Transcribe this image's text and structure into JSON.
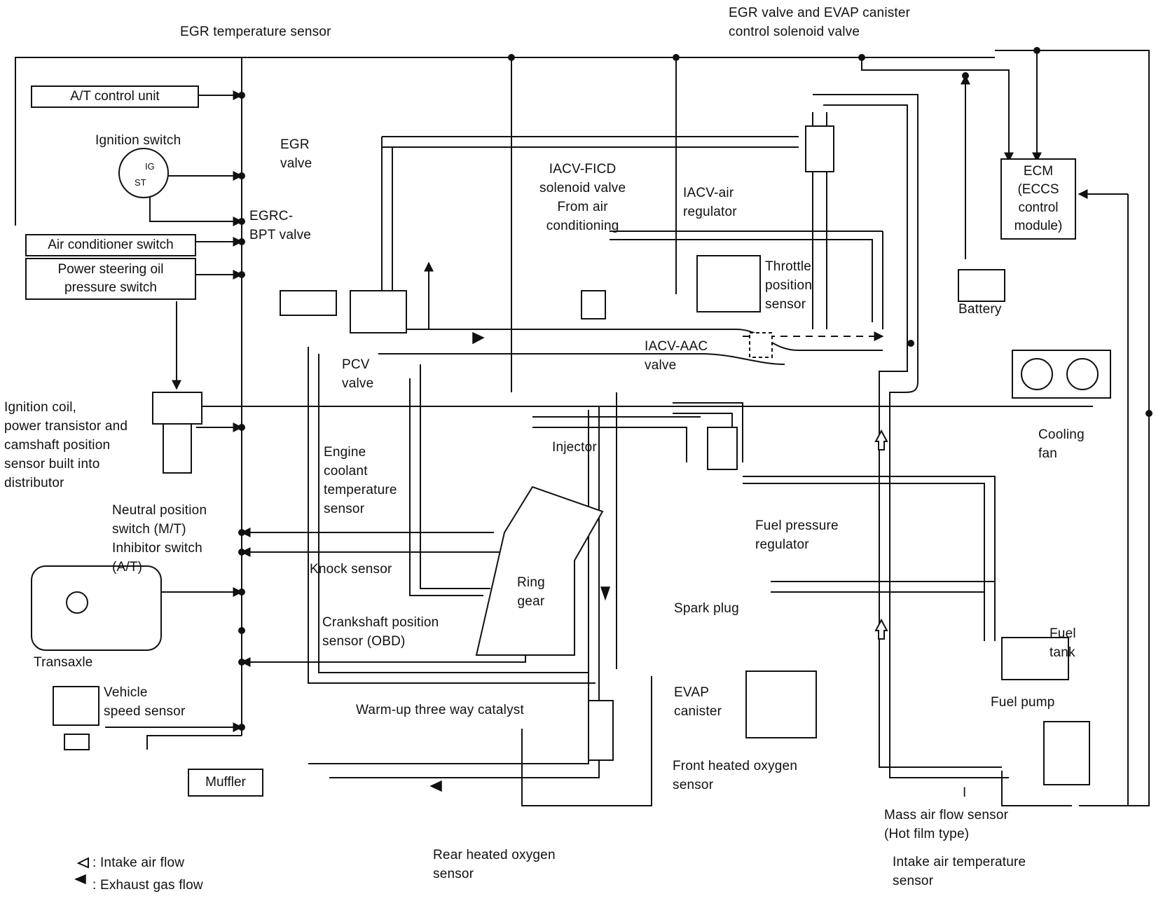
{
  "labels": {
    "egr_temp_sensor": "EGR temperature sensor",
    "egr_evap_solenoid": "EGR valve and EVAP canister\ncontrol solenoid valve",
    "at_control_unit": "A/T control unit",
    "ignition_switch": "Ignition switch",
    "ig": "IG",
    "st": "ST",
    "egr_valve": "EGR\nvalve",
    "iacv_ficd": "IACV-FICD\nsolenoid valve\nFrom air\nconditioning",
    "iacv_air_regulator": "IACV-air\nregulator",
    "ecm": "ECM\n(ECCS\ncontrol\nmodule)",
    "egrc_bpt": "EGRC-\nBPT valve",
    "ac_switch": "Air conditioner switch",
    "ps_switch": "Power steering oil\npressure switch",
    "throttle_sensor": "Throttle\nposition\nsensor",
    "battery": "Battery",
    "iacv_aac": "IACV-AAC\nvalve",
    "pcv_valve": "PCV\nvalve",
    "ignition_coil": "Ignition coil,\npower transistor and\ncamshaft position\nsensor built into\ndistributor",
    "cooling_fan": "Cooling\nfan",
    "injector": "Injector",
    "engine_coolant": "Engine\ncoolant\ntemperature\nsensor",
    "neutral_switch": "Neutral position\nswitch (M/T)\nInhibitor switch\n(A/T)",
    "fuel_pressure_regulator": "Fuel pressure\nregulator",
    "knock_sensor": "Knock sensor",
    "ring_gear": "Ring\ngear",
    "spark_plug": "Spark plug",
    "crankshaft_sensor": "Crankshaft position\nsensor (OBD)",
    "fuel_tank": "Fuel\ntank",
    "transaxle": "Transaxle",
    "vehicle_speed": "Vehicle\nspeed sensor",
    "evap_canister": "EVAP\ncanister",
    "warmup_catalyst": "Warm-up three way catalyst",
    "fuel_pump": "Fuel pump",
    "muffler": "Muffler",
    "front_o2": "Front heated oxygen\nsensor",
    "maf_sensor": "Mass air flow sensor\n(Hot film type)",
    "rear_o2": "Rear heated oxygen\nsensor",
    "intake_temp": "Intake air temperature\nsensor",
    "maf_symbol": "I",
    "legend_intake": ": Intake air flow",
    "legend_exhaust": ": Exhaust gas flow"
  }
}
